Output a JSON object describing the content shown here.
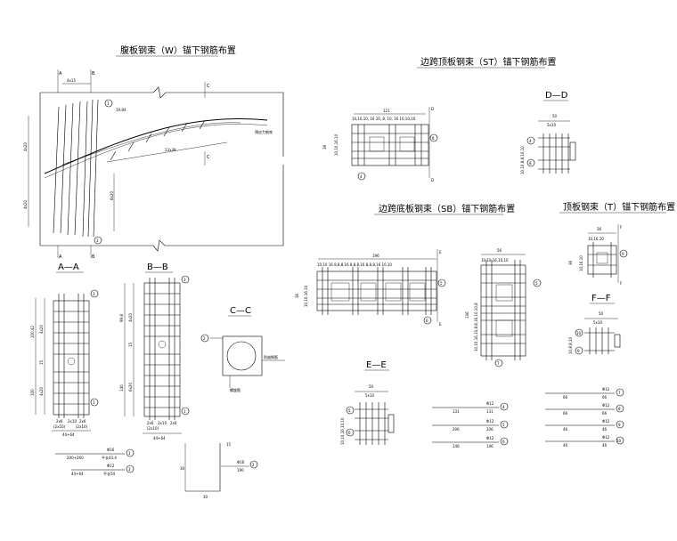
{
  "titles": {
    "web": "腹板钢束（W）锚下钢筋布置",
    "st": "边跨顶板钢束（ST）锚下钢筋布置",
    "sb": "边跨底板钢束（SB）锚下钢筋布置",
    "t": "顶板钢束（T）锚下钢筋布置"
  },
  "sections": {
    "aa": "A—A",
    "bb": "B—B",
    "cc": "C—C",
    "dd": "D—D",
    "ee": "E—E",
    "ff": "F—F"
  },
  "web": {
    "cut_a": "A",
    "cut_b": "B",
    "cut_c": "C",
    "dim_top": "4x15",
    "dim_left1": "4x20",
    "dim_left2": "4x20",
    "dim_arc1": "19.84",
    "dim_arc2": "23x39",
    "dim_mid": "8x20",
    "note": "预应力钢束"
  },
  "aa": {
    "d1": "100.42",
    "d2": "4x20",
    "d3": "15",
    "d4": "4x20",
    "d5": "100",
    "b1": "2x6",
    "b2": "2x10",
    "b3": "2x6",
    "b4": "(2x10)",
    "b5": "(2x10)",
    "total": "44+64"
  },
  "bb": {
    "d1": "99.8",
    "d2": "4x20",
    "d3": "15",
    "d4": "6x20",
    "d5": "140",
    "b1": "2x6",
    "b2": "2x10",
    "b3": "2x6",
    "b4": "(2x10)",
    "total": "44+64"
  },
  "cc": {
    "l1": "防崩钢筋",
    "l2": "螺旋筋"
  },
  "st": {
    "top": "121",
    "spacing": "10,10,10, 16  10, 8, 10, 16  10,10,10",
    "left": "10,10,16,10",
    "h": "36",
    "d_label": "D"
  },
  "dd": {
    "w": "50",
    "sp": "5x10",
    "left": "10,10,8,8,10,10"
  },
  "sb": {
    "top": "196",
    "spacing": "10,10  16  8,8,8,16  8,8,8,16  8,8,8,16  10,10",
    "left": "10,10,16,10",
    "h": "36",
    "e_label": "E"
  },
  "sbv": {
    "top": "56",
    "spacing": "10,10,16,10,10",
    "left": "10,10,16,10,8,8,16,10,10,8",
    "h": "136"
  },
  "t": {
    "top": "36",
    "spacing": "10,16,10",
    "left": "10,16,10",
    "h": "36",
    "f_label": "F"
  },
  "ff": {
    "w": "50",
    "sp": "5x10",
    "left": "10,8,8,10"
  },
  "ee": {
    "w": "50",
    "sp": "5x10",
    "left": "10,10,16,10,10"
  },
  "bars": [
    {
      "len": "200+260",
      "d": "Φ16",
      "d2": "平长43.4",
      "n": "1"
    },
    {
      "len": "44+64",
      "d": "Φ12",
      "d2": "平长54",
      "n": "3"
    },
    {
      "len": "131",
      "d": "Φ12",
      "d2": "131",
      "n": "4"
    },
    {
      "len": "206",
      "d": "Φ12",
      "d2": "206",
      "n": "5"
    },
    {
      "len": "146",
      "d": "Φ12",
      "d2": "146",
      "n": "6"
    },
    {
      "len": "66",
      "d": "Φ12",
      "d2": "66",
      "n": "7"
    },
    {
      "len": "66",
      "d": "Φ12",
      "d2": "66",
      "n": "8"
    },
    {
      "len": "46",
      "d": "Φ12",
      "d2": "46",
      "n": "9"
    },
    {
      "len": "46",
      "d": "Φ12",
      "d2": "46",
      "n": "10"
    }
  ],
  "bar2": {
    "a": "15",
    "b": "30",
    "c": "30",
    "d": "Φ16",
    "d2": "190",
    "n": "2"
  }
}
